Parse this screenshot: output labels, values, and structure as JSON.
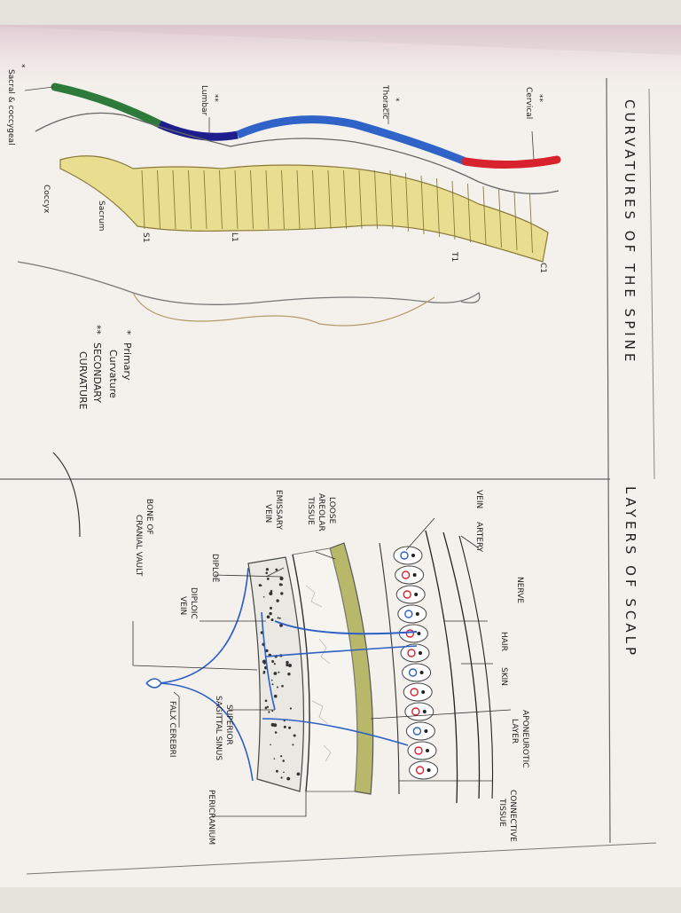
{
  "colors": {
    "paper": "#f4f1ec",
    "cervical": "#d8222e",
    "thoracic": "#2f63c8",
    "lumbar": "#1e1f8c",
    "sacral": "#2d7a3a",
    "vertebra": "#e9de8f",
    "aponeurosis": "#b7b86a",
    "vein": "#2d5fc4",
    "artery": "#d8222e"
  },
  "spine_panel": {
    "title": "CURVATURES OF THE SPINE",
    "region_labels": {
      "sacral_coccygeal": "Sacral & coccygeal",
      "lumbar": "Lumbar",
      "thoracic": "Thoracic",
      "cervical": "Cervical"
    },
    "region_marks": {
      "sacral_coccygeal": "*",
      "lumbar": "**",
      "thoracic": "*",
      "cervical": "**"
    },
    "bone_labels": {
      "coccyx": "Coccyx",
      "sacrum": "Sacrum",
      "s1": "S1",
      "l1": "L1",
      "t1": "T1",
      "c1": "C1"
    },
    "legend": {
      "primary_mark": "*",
      "primary_line1": "Primary",
      "primary_line2": "Curvature",
      "secondary_mark": "**",
      "secondary_line1": "SECONDARY",
      "secondary_line2": "CURVATURE"
    }
  },
  "scalp_panel": {
    "title": "LAYERS OF SCALP",
    "labels": {
      "vein": "VEIN",
      "artery": "ARTERY",
      "loose_1": "LOOSE",
      "loose_2": "AREOLAR",
      "loose_3": "TISSUE",
      "emissary_1": "EMISSARY",
      "emissary_2": "VEIN",
      "bone_1": "BONE OF",
      "bone_2": "CRANIAL VAULT",
      "diploe": "DIPLOË",
      "diploic_1": "DIPLOIC",
      "diploic_2": "VEIN",
      "nerve": "NERVE",
      "hair": "HAIR",
      "skin": "SKIN",
      "apo_1": "APONEUROTIC",
      "apo_2": "LAYER",
      "conn_1": "CONNECTIVE",
      "conn_2": "TISSUE",
      "sup_1": "SUPERIOR",
      "sup_2": "SAGITTAL SINUS",
      "falx": "FALX CEREBRI",
      "peri": "PERICRANIUM"
    }
  }
}
